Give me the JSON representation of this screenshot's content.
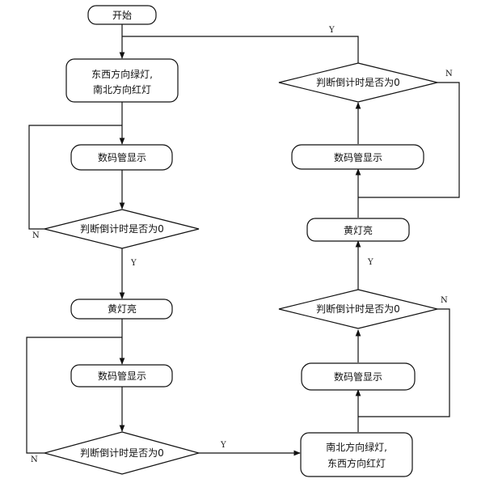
{
  "nodes": {
    "start": "开始",
    "ew_green_1": "东西方向绿灯,",
    "ew_green_2": "南北方向红灯",
    "display_1": "数码管显示",
    "check_1": "判断倒计时是否为0",
    "yellow_1": "黄灯亮",
    "display_2": "数码管显示",
    "check_2": "判断倒计时是否为0",
    "ns_green_1": "南北方向绿灯,",
    "ns_green_2": "东西方向红灯",
    "display_3": "数码管显示",
    "check_3": "判断倒计时是否为0",
    "yellow_2": "黄灯亮",
    "display_4": "数码管显示",
    "check_4": "判断倒计时是否为0"
  },
  "labels": {
    "y_top": "Y",
    "n_check_4": "N",
    "n_check_1": "N",
    "y_check_1": "Y",
    "n_check_2": "N",
    "y_check_2": "Y",
    "n_check_3": "N",
    "y_check_3": "Y"
  }
}
